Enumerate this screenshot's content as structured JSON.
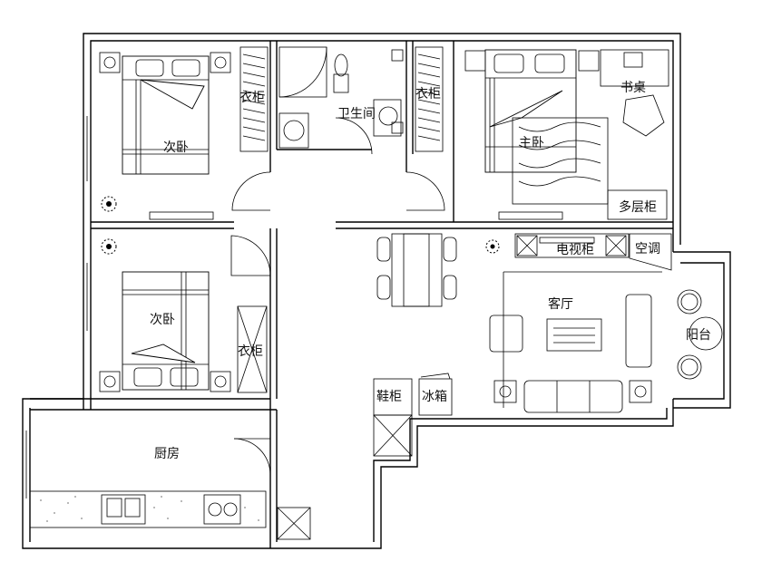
{
  "rooms": {
    "bedroom_top_left": "次卧",
    "bedroom_lower_left": "次卧",
    "master_bedroom": "主卧",
    "bathroom": "卫生间",
    "living_room": "客厅",
    "kitchen": "厨房",
    "balcony": "阳台"
  },
  "furniture": {
    "wardrobe_a": "衣柜",
    "wardrobe_b": "衣柜",
    "wardrobe_c": "衣柜",
    "desk": "书桌",
    "shelf": "多层柜",
    "tv_cabinet": "电视柜",
    "aircon": "空调",
    "shoe_cabinet": "鞋柜",
    "fridge": "冰箱"
  }
}
